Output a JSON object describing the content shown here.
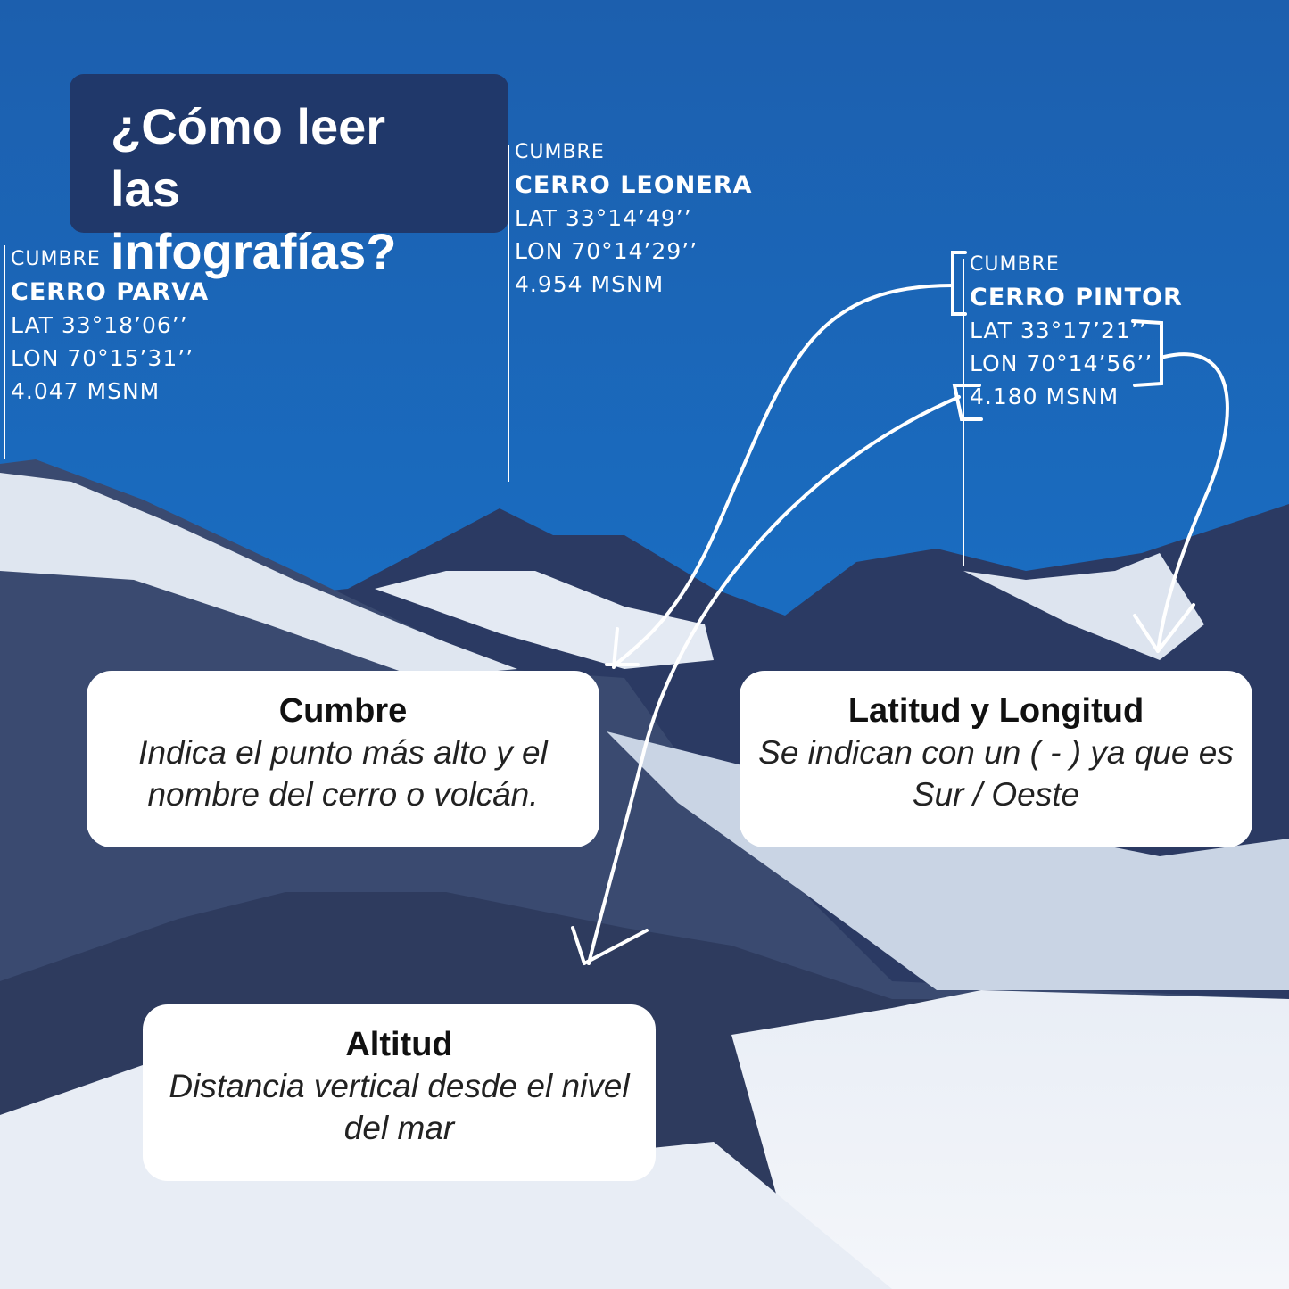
{
  "title": "¿Cómo leer las infografías?",
  "peaks": [
    {
      "label": "CUMBRE",
      "name": "CERRO PARVA",
      "lat": "LAT 33°18’06’’",
      "lon": "LON 70°15’31’’",
      "alt": "4.047 MSNM"
    },
    {
      "label": "CUMBRE",
      "name": "CERRO LEONERA",
      "lat": "LAT 33°14’49’’",
      "lon": "LON 70°14’29’’",
      "alt": "4.954 MSNM"
    },
    {
      "label": "CUMBRE",
      "name": "CERRO PINTOR",
      "lat": "LAT 33°17’21’’",
      "lon": "LON 70°14’56’’",
      "alt": "4.180 MSNM"
    }
  ],
  "cards": [
    {
      "title": "Cumbre",
      "text": "Indica el punto más alto y el nombre del cerro o volcán."
    },
    {
      "title": "Latitud y Longitud",
      "text": "Se indican con un ( - ) ya que es Sur / Oeste"
    },
    {
      "title": "Altitud",
      "text": "Distancia vertical desde el nivel del mar"
    }
  ]
}
